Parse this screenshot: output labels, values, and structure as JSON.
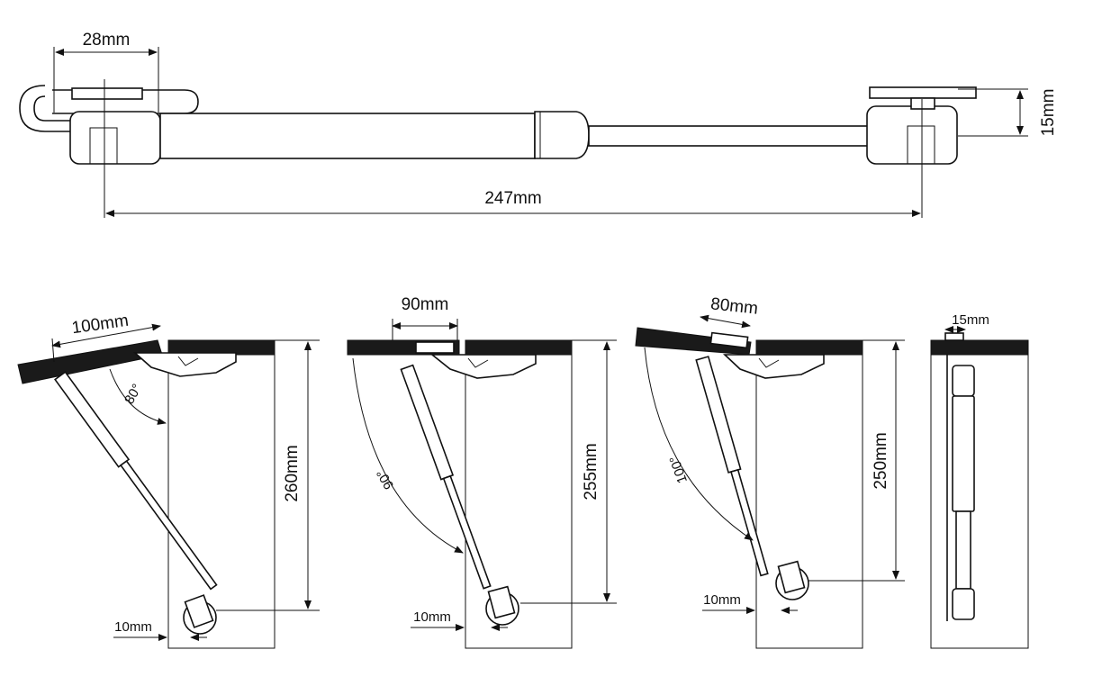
{
  "top_view": {
    "width_label": "28mm",
    "length_label": "247mm",
    "height_label": "15mm"
  },
  "panels": [
    {
      "overhang_label": "100mm",
      "angle_label": "80°",
      "height_label": "260mm",
      "offset_label": "10mm"
    },
    {
      "overhang_label": "90mm",
      "angle_label": "90°",
      "height_label": "255mm",
      "offset_label": "10mm"
    },
    {
      "overhang_label": "80mm",
      "angle_label": "100°",
      "height_label": "250mm",
      "offset_label": "10mm"
    }
  ],
  "side_view": {
    "width_label": "15mm"
  },
  "colors": {
    "ink": "#111111",
    "board": "#1a1a1a",
    "paper": "#ffffff"
  }
}
